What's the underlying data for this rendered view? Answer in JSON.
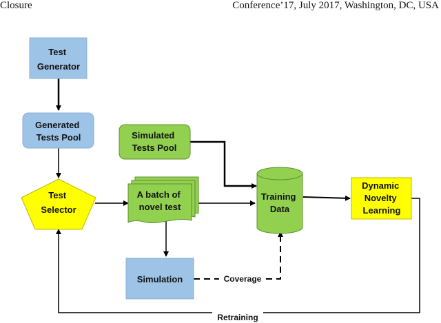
{
  "header": {
    "left": "Closure",
    "right": "Conference’17, July 2017, Washington, DC, USA"
  },
  "diagram": {
    "test_generator": [
      "Test",
      "Generator"
    ],
    "generated_tests_pool": [
      "Generated",
      "Tests Pool"
    ],
    "test_selector": [
      "Test",
      "Selector"
    ],
    "batch": [
      "A batch of",
      "novel test"
    ],
    "simulated_tests_pool": [
      "Simulated",
      "Tests Pool"
    ],
    "training_data": [
      "Training",
      "Data"
    ],
    "dynamic_novelty_learning": [
      "Dynamic",
      "Novelty",
      "Learning"
    ],
    "simulation": "Simulation",
    "coverage_label": "Coverage",
    "retraining_label": "Retraining"
  },
  "colors": {
    "blue_box": "#9DC3E6",
    "blue_border": "#8AAFD3",
    "green_box": "#92D050",
    "green_border": "#5E8F2E",
    "yellow": "#FFFF00",
    "yellow_border": "#B8B800"
  }
}
